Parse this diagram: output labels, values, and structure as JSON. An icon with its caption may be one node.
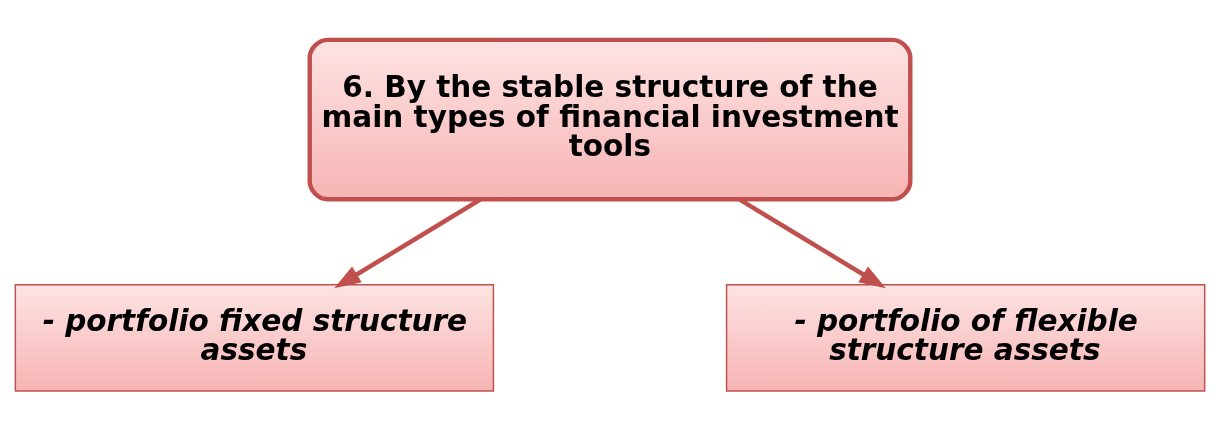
{
  "diagram": {
    "nodes": [
      {
        "text": [
          "6. By the stable structure of the main types of financial investment tools"
        ]
      },
      {
        "text": [
          "- portfolio fixed structure assets"
        ]
      },
      {
        "text": [
          "- portfolio of flexible structure assets"
        ]
      }
    ],
    "edges": [
      {
        "from": 0,
        "to": 1,
        "arrow": "to"
      },
      {
        "from": 0,
        "to": 2,
        "arrow": "to"
      }
    ]
  }
}
